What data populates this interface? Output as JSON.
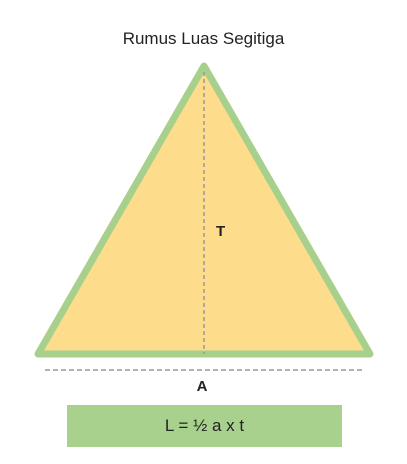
{
  "title": "Rumus Luas Segitiga",
  "height_label": "T",
  "base_label": "A",
  "formula": "L = ½ a x t",
  "colors": {
    "triangle_fill": "#fddc8b",
    "triangle_border": "#a8d08d",
    "formula_box": "#a9d18e",
    "dashed_line": "#999999",
    "text": "#222222"
  }
}
